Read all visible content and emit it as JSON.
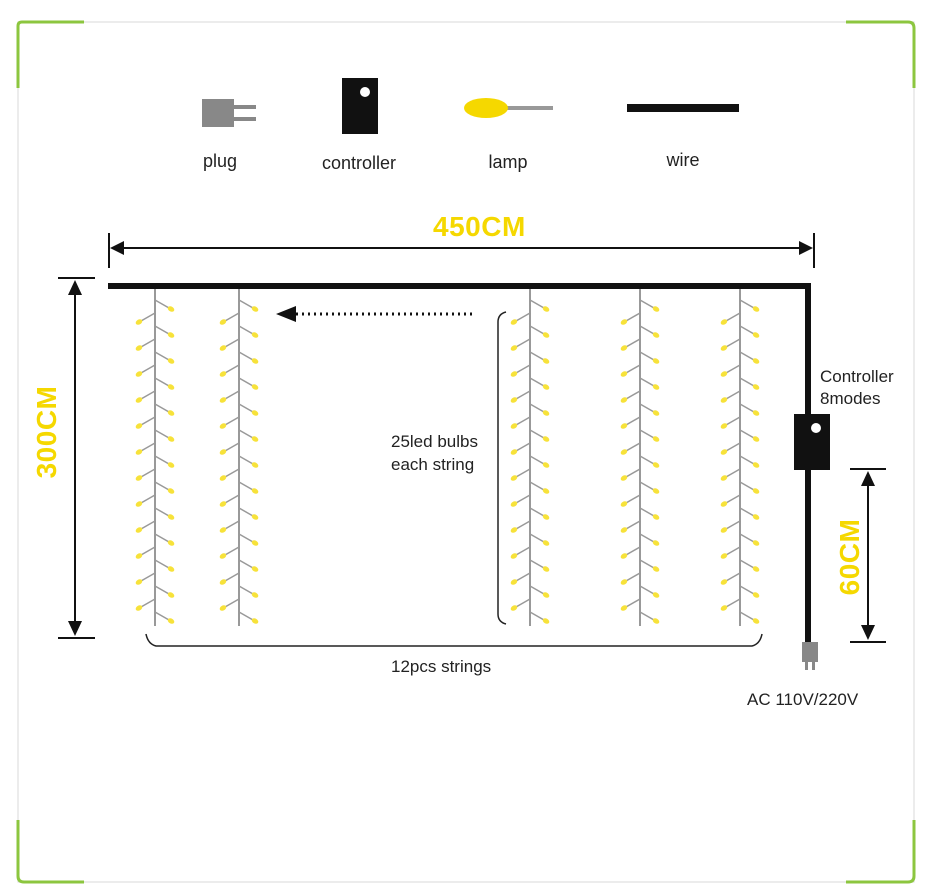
{
  "legend": {
    "plug": "plug",
    "controller": "controller",
    "lamp": "lamp",
    "wire": "wire"
  },
  "dimensions": {
    "width": "450CM",
    "height": "300CM",
    "lead": "60CM"
  },
  "notes": {
    "controller_line1": "Controller",
    "controller_line2": "8modes",
    "bulbs_line1": "25led bulbs",
    "bulbs_line2": "each string",
    "strings": "12pcs strings",
    "power": "AC 110V/220V"
  },
  "colors": {
    "border": "#8cc63f",
    "accent_yellow": "#f5d800",
    "bulb": "#f7e23a",
    "wire": "#111111",
    "string": "#999999",
    "plug": "#888888"
  }
}
